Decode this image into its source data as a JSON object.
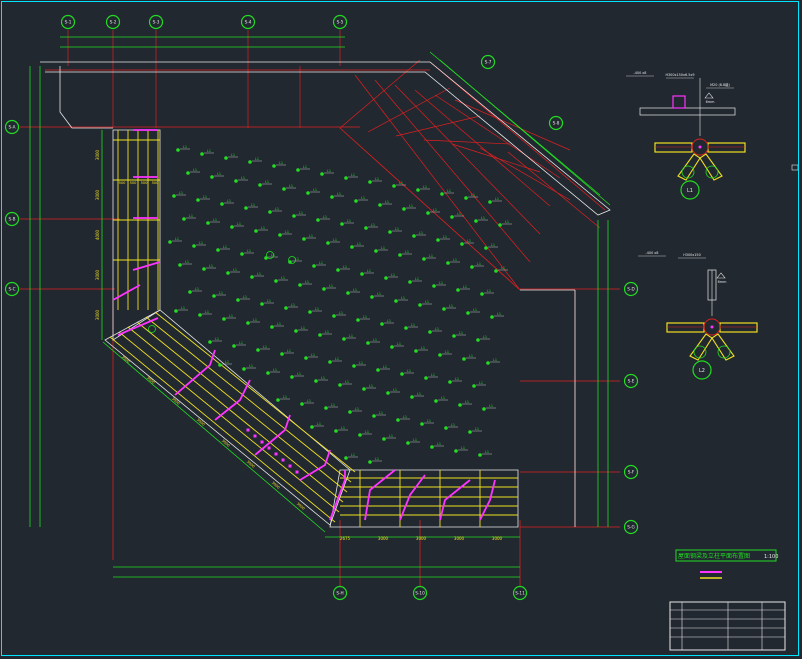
{
  "drawing": {
    "title": "屋面钢梁及立柱平面布置图",
    "scale": "1:100"
  },
  "axis_bubbles": {
    "top": [
      "S-1",
      "S-2",
      "S-3",
      "S-4",
      "S-5"
    ],
    "left": [
      "S-A",
      "S-B",
      "S-C"
    ],
    "right": [
      "S-D",
      "S-E",
      "S-F",
      "S-G"
    ],
    "bottom": [
      "S-H",
      "S-10",
      "S-11"
    ],
    "diagonal": [
      "S-7",
      "S-8"
    ]
  },
  "member_label": "L1",
  "dimensions": {
    "left_column": [
      "3000",
      "3000",
      "4000",
      "3000",
      "3000"
    ],
    "left_small": [
      "500",
      "500",
      "500",
      "500"
    ],
    "bottom_row": [
      "2675",
      "3000",
      "3000",
      "3000",
      "3000"
    ],
    "diagonal": [
      "3000",
      "3000",
      "3000",
      "3000",
      "3000",
      "3000",
      "3000",
      "3000"
    ]
  },
  "details": {
    "detail1": {
      "tag": "L1",
      "callouts": [
        "-400 x8",
        "H300x150x6.5x9",
        "M20 (8.8级)"
      ],
      "note": "6mm"
    },
    "detail2": {
      "tag": "L2",
      "callouts": [
        "-400 x8",
        "H300x150"
      ],
      "note": "6mm"
    }
  },
  "colors": {
    "background": "#212830",
    "frame": "#00e5ff",
    "gridline": "#e02020",
    "axis_bubble": "#22dd22",
    "steel_yellow": "#f0e020",
    "brace_magenta": "#ff33ff",
    "outline_white": "#e8e8e8"
  }
}
